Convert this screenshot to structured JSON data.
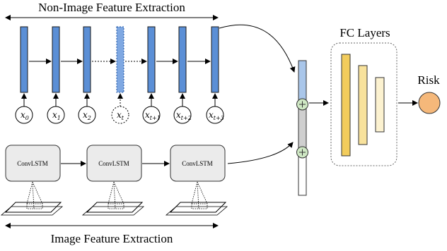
{
  "labels": {
    "non_image_title": "Non-Image Feature Extraction",
    "image_title": "Image Feature Extraction",
    "fc_title": "FC Layers",
    "risk": "Risk"
  },
  "inputs": [
    {
      "base": "x",
      "sub": "0"
    },
    {
      "base": "x",
      "sub": "1"
    },
    {
      "base": "x",
      "sub": "2"
    },
    {
      "base": "x",
      "sub": "t"
    },
    {
      "base": "x",
      "sub": "t+1"
    },
    {
      "base": "x",
      "sub": "t+2"
    },
    {
      "base": "x",
      "sub": "t+3"
    }
  ],
  "convlstm_blocks": [
    "ConvLSTM",
    "ConvLSTM",
    "ConvLSTM"
  ],
  "colors": {
    "lstm_blue": "#5b8fd6",
    "lstm_dashed_blue": "#7fa8e2",
    "concat_top": "#a9c6ea",
    "concat_mid": "#cfcfcf",
    "plus_green": "#cfe8c4",
    "fc_dark": "#f2cc5c",
    "fc_mid": "#f8e29c",
    "fc_light": "#fcf2d0",
    "risk_orange": "#f5b87a",
    "convlstm_fill": "#ebebeb"
  }
}
